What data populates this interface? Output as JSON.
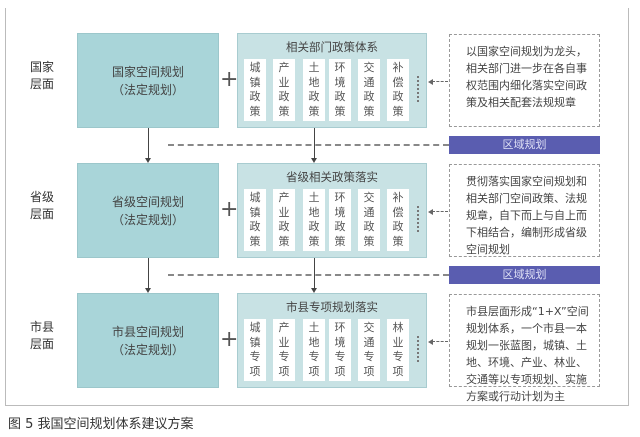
{
  "levels": [
    {
      "label_l1": "国家",
      "label_l2": "层面",
      "main_l1": "国家空间规划",
      "main_l2": "（法定规划）",
      "policy_title": "相关部门政策体系",
      "cells": [
        "城镇政策",
        "产业政策",
        "土地政策",
        "环境政策",
        "交通政策",
        "补偿政策"
      ],
      "note": "以国家空间规划为龙头，相关部门进一步在各自事权范围内细化落实空间政策及相关配套法规规章"
    },
    {
      "label_l1": "省级",
      "label_l2": "层面",
      "main_l1": "省级空间规划",
      "main_l2": "（法定规划）",
      "policy_title": "省级相关政策落实",
      "cells": [
        "城镇政策",
        "产业政策",
        "土地政策",
        "环境政策",
        "交通政策",
        "补偿政策"
      ],
      "note": "贯彻落实国家空间规划和相关部门空间政策、法规规章，自下而上与自上而下相结合，编制形成省级空间规划"
    },
    {
      "label_l1": "市县",
      "label_l2": "层面",
      "main_l1": "市县空间规划",
      "main_l2": "（法定规划）",
      "policy_title": "市县专项规划落实",
      "cells": [
        "城镇专项",
        "产业专项",
        "土地专项",
        "环境专项",
        "交通专项",
        "林业专项"
      ],
      "note": "市县层面形成“1+X”空间规划体系，一个市县一本规划一张蓝图，城镇、土地、环境、产业、林业、交通等以专项规划、实施方案或行动计划为主"
    }
  ],
  "regional_bar": "区域规划",
  "caption": "图 5  我国空间规划体系建议方案",
  "colors": {
    "main_box": "#a9d5d9",
    "policy_box": "#c8e2e4",
    "regional_bar": "#5a5db0"
  }
}
